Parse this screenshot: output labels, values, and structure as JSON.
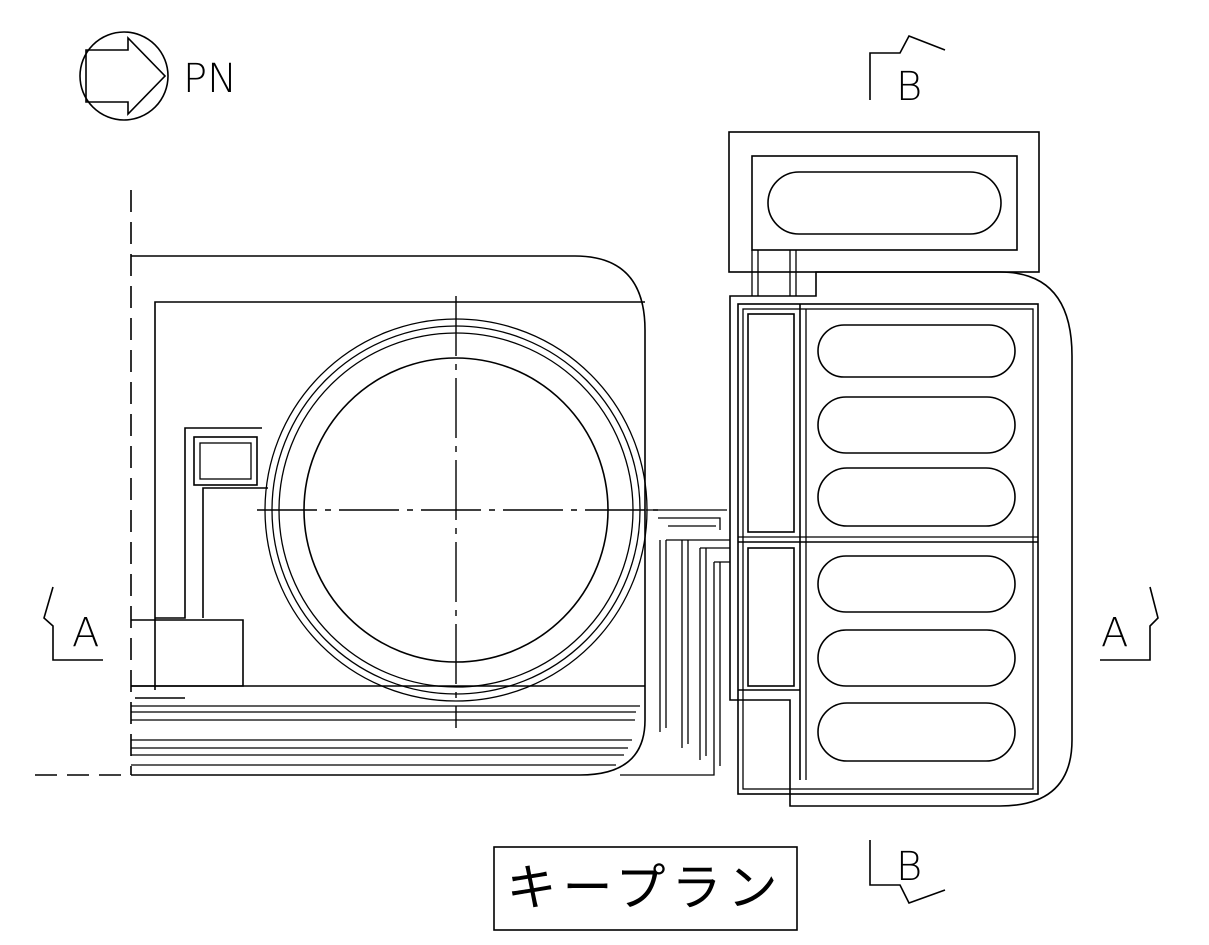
{
  "north_marker": {
    "label": "PN",
    "icon": "north-arrow-icon"
  },
  "sections": {
    "a_left": "A",
    "a_right": "A",
    "b_top": "B",
    "b_bottom": "B"
  },
  "title_box": {
    "text": "キープラン"
  },
  "colors": {
    "line": "#000000",
    "background": "#ffffff"
  }
}
